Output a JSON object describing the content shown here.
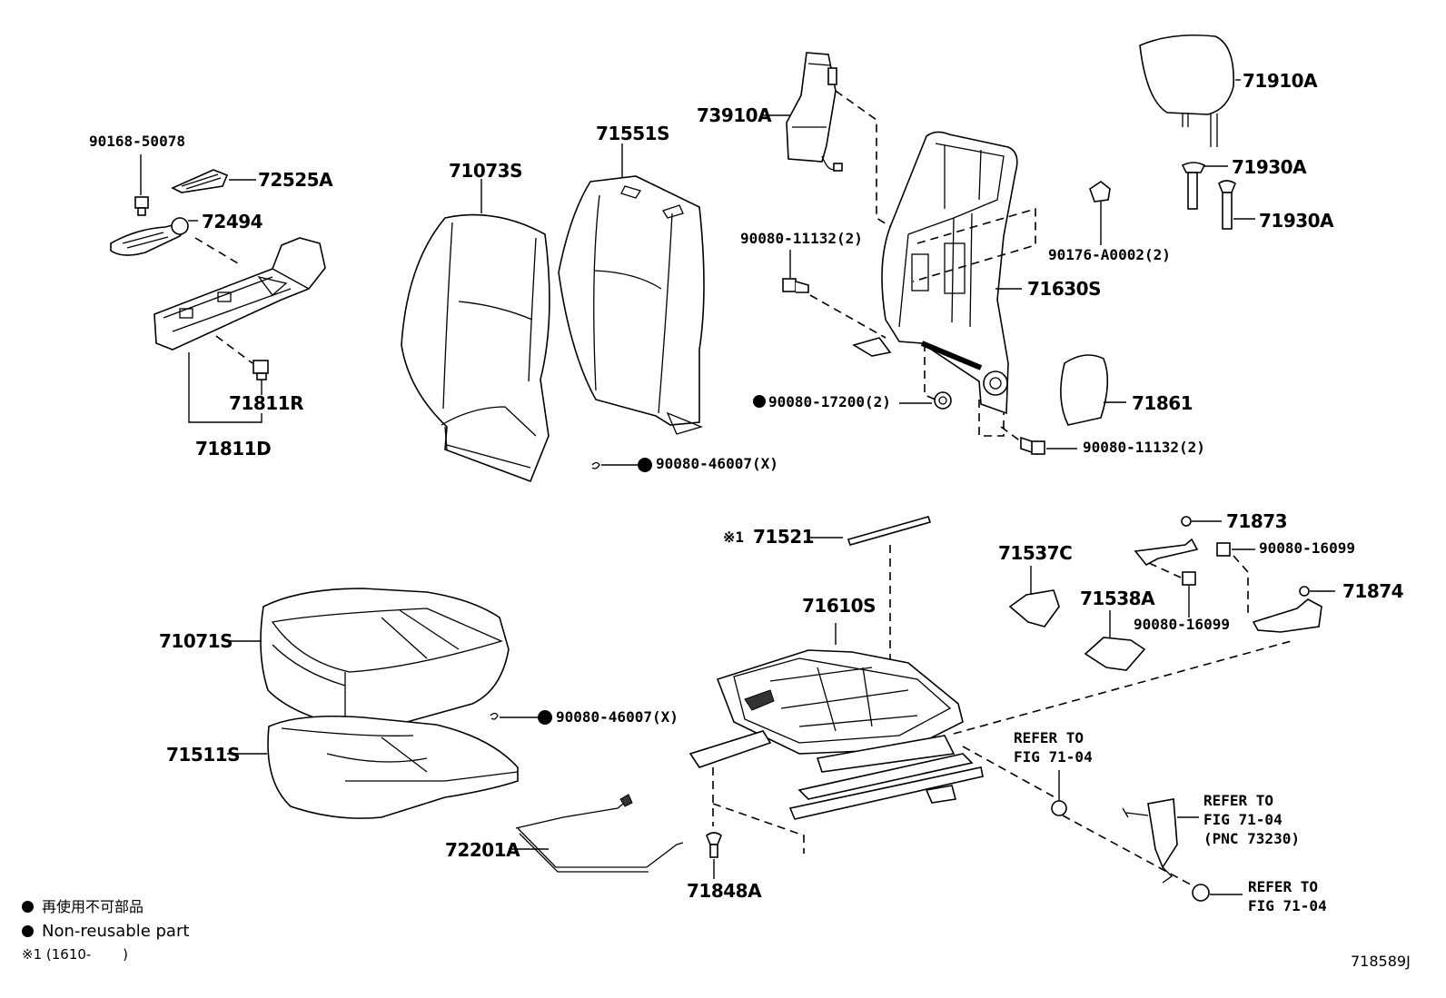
{
  "labels": {
    "p90168": "90168-50078",
    "p72525A": "72525A",
    "p72494": "72494",
    "p71811R": "71811R",
    "p71811D": "71811D",
    "p71073S": "71073S",
    "p71551S": "71551S",
    "p9008046007a": "90080-46007(X)",
    "p73910A": "73910A",
    "p9008011132a": "90080-11132(2)",
    "p90176": "90176-A0002(2)",
    "p71630S": "71630S",
    "p9008017200": "90080-17200(2)",
    "p71861": "71861",
    "p9008011132b": "90080-11132(2)",
    "p71910A": "71910A",
    "p71930Aa": "71930A",
    "p71930Ab": "71930A",
    "p71521_mark": "※1",
    "p71521": "71521",
    "p71537C": "71537C",
    "p71873": "71873",
    "p9008016099a": "90080-16099",
    "p71538A": "71538A",
    "p9008016099b": "90080-16099",
    "p71874": "71874",
    "p71610S": "71610S",
    "p71071S": "71071S",
    "p71511S": "71511S",
    "p9008046007b": "90080-46007(X)",
    "p72201A": "72201A",
    "p71848A": "71848A",
    "refer1_l1": "REFER TO",
    "refer1_l2": "FIG 71-04",
    "refer2_l1": "REFER TO",
    "refer2_l2": "FIG 71-04",
    "refer2_l3": "(PNC 73230)",
    "refer3_l1": "REFER TO",
    "refer3_l2": "FIG 71-04"
  },
  "legend": {
    "jp": "再使用不可部品",
    "en": "Non-reusable part",
    "note": "※1 (1610-　　 )"
  },
  "figure_id": "718589J"
}
